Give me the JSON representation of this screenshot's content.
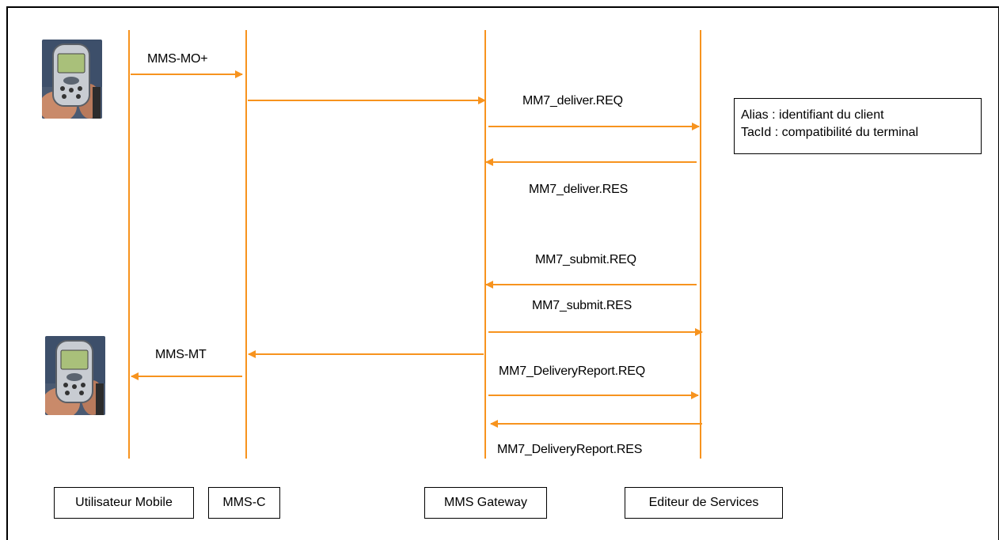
{
  "colors": {
    "accent": "#f7931e",
    "border": "#000000"
  },
  "images": [
    "phone-photo",
    "phone-photo"
  ],
  "participants": [
    "Utilisateur Mobile",
    "MMS-C",
    "MMS Gateway",
    "Editeur de Services"
  ],
  "messages": [
    "MMS-MO+",
    "MM7_deliver.REQ",
    "MM7_deliver.RES",
    "MM7_submit.REQ",
    "MM7_submit.RES",
    "MMS-MT",
    "MM7_DeliveryReport.REQ",
    "MM7_DeliveryReport.RES"
  ],
  "note": {
    "line1": "Alias : identifiant du client",
    "line2": "TacId : compatibilité du terminal"
  }
}
